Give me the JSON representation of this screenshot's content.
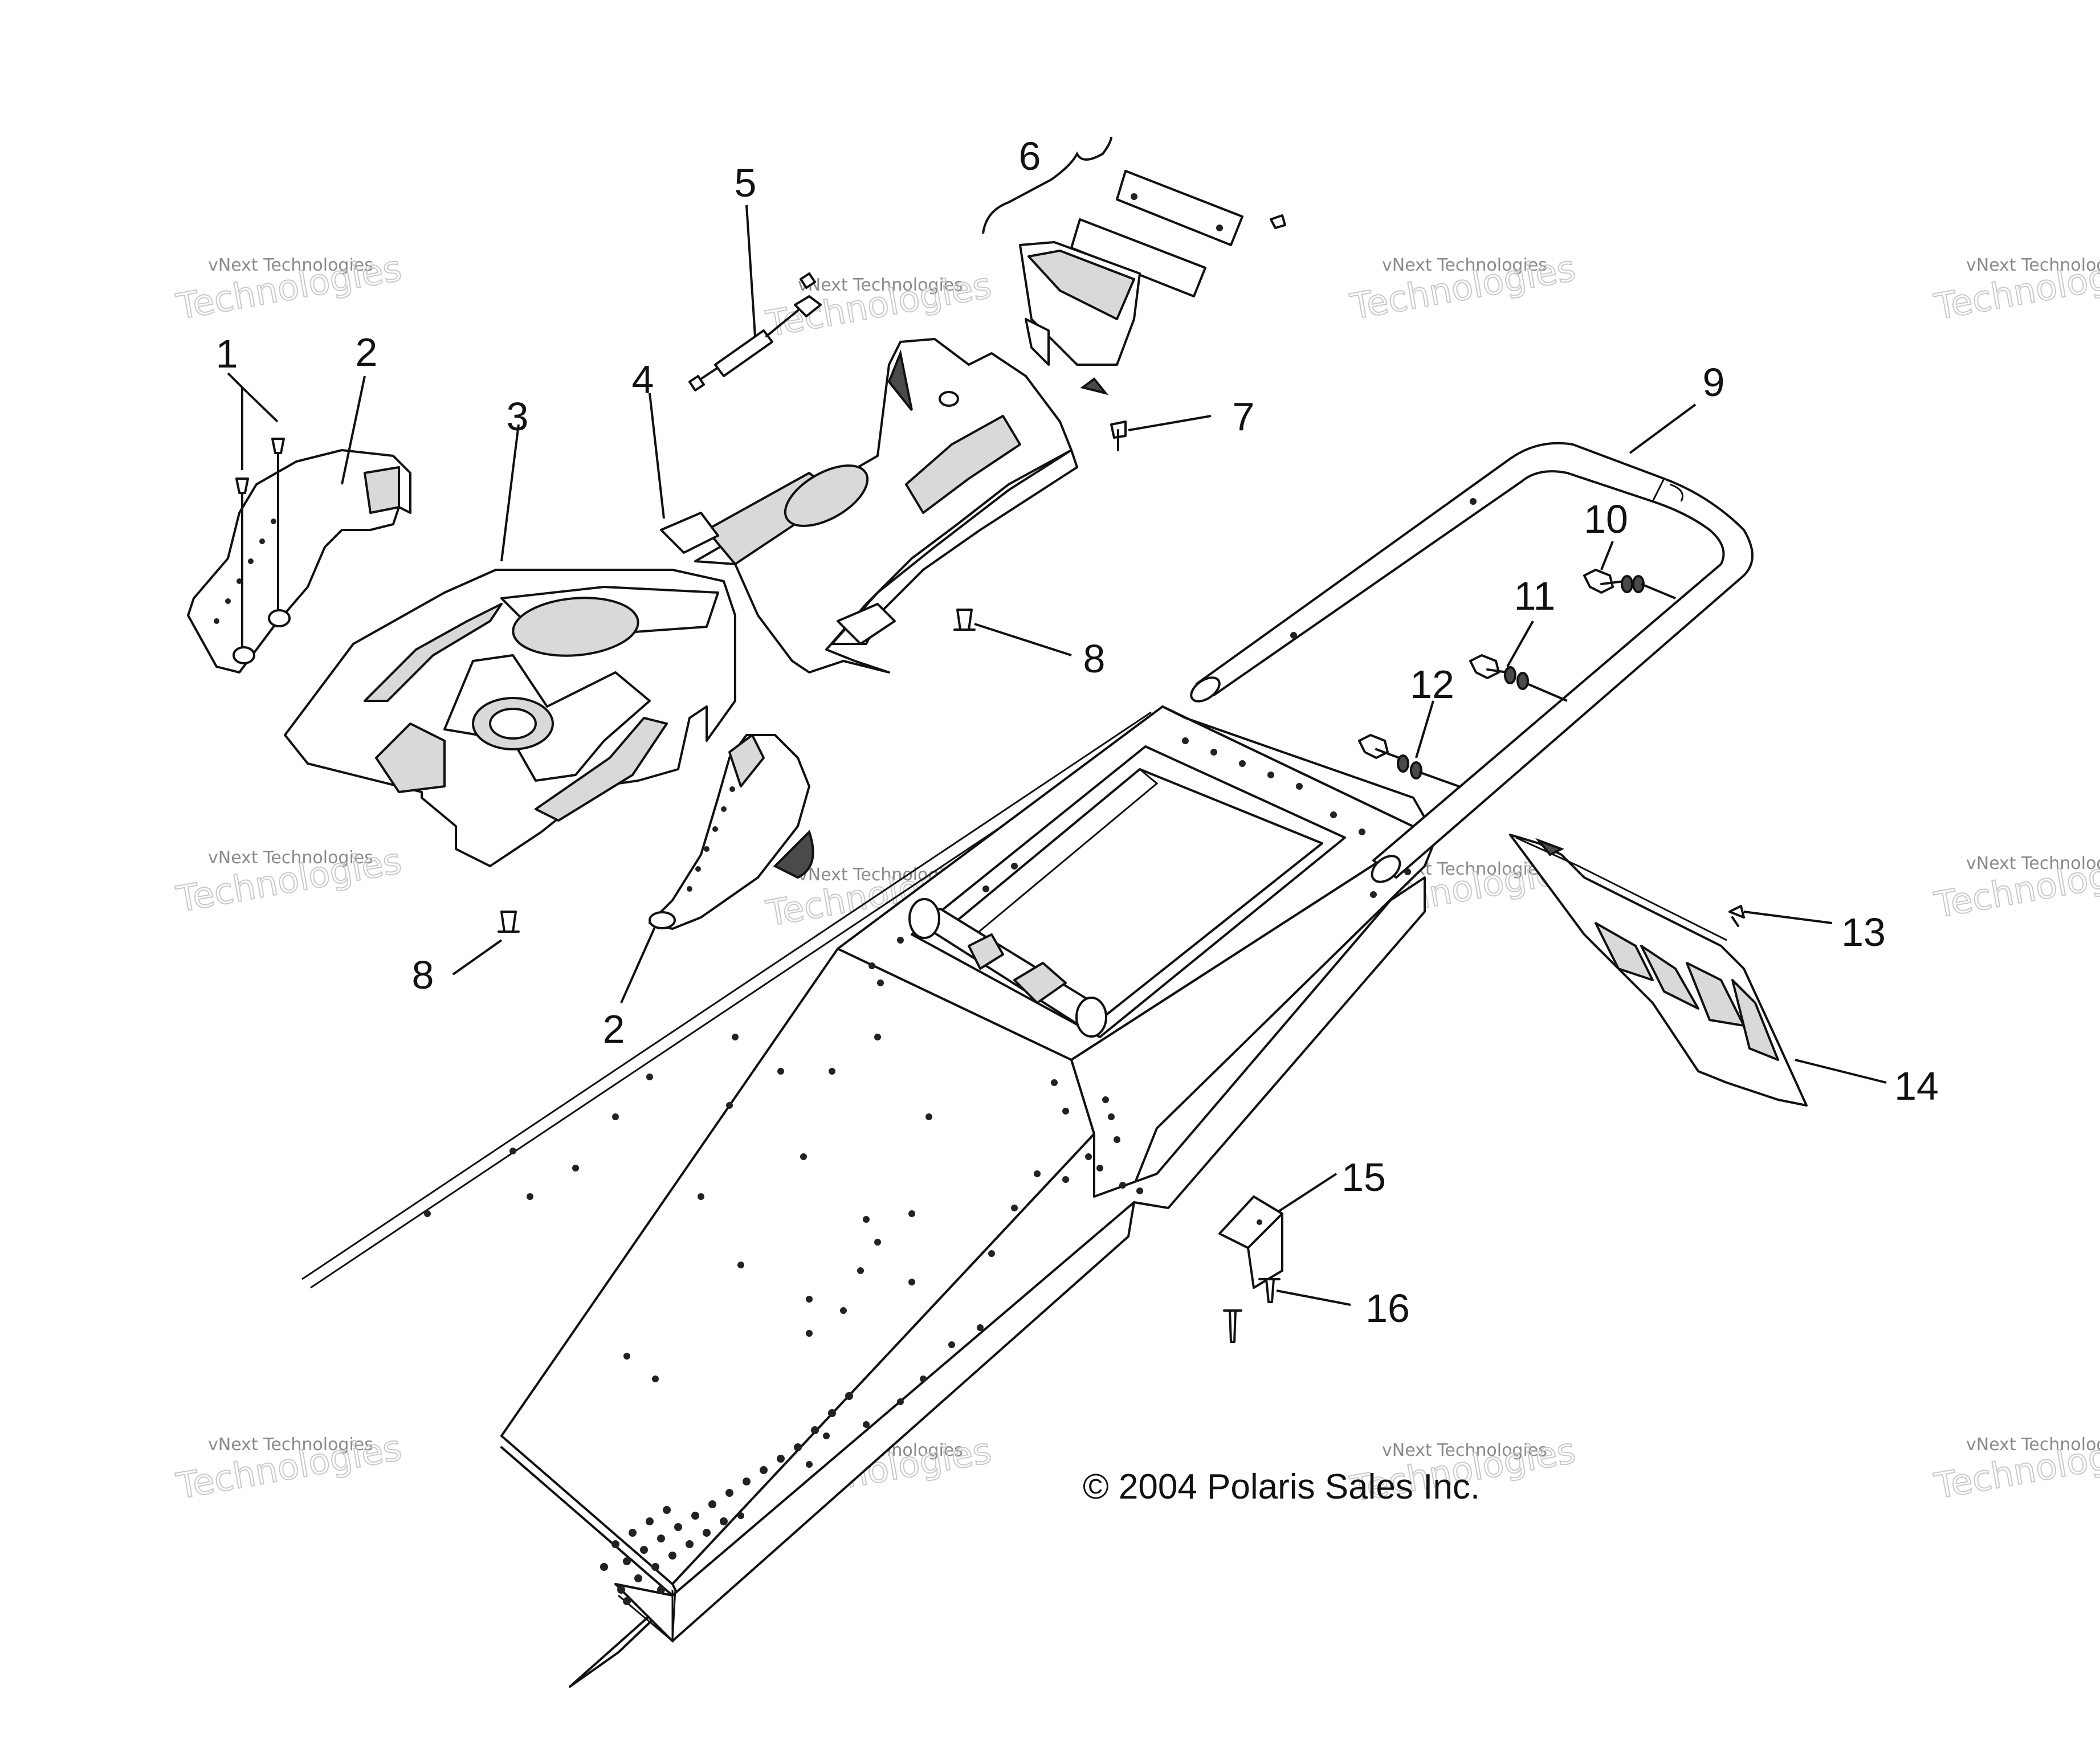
{
  "callouts": {
    "c1": "1",
    "c2a": "2",
    "c2b": "2",
    "c3": "3",
    "c4": "4",
    "c5": "5",
    "c6": "6",
    "c7": "7",
    "c8a": "8",
    "c8b": "8",
    "c9": "9",
    "c10": "10",
    "c11": "11",
    "c12": "12",
    "c13": "13",
    "c14": "14",
    "c15": "15",
    "c16": "16"
  },
  "copyright": "© 2004 Polaris Sales Inc.",
  "watermark": {
    "line1": "vNext Technologies",
    "line2": "Technologies"
  }
}
